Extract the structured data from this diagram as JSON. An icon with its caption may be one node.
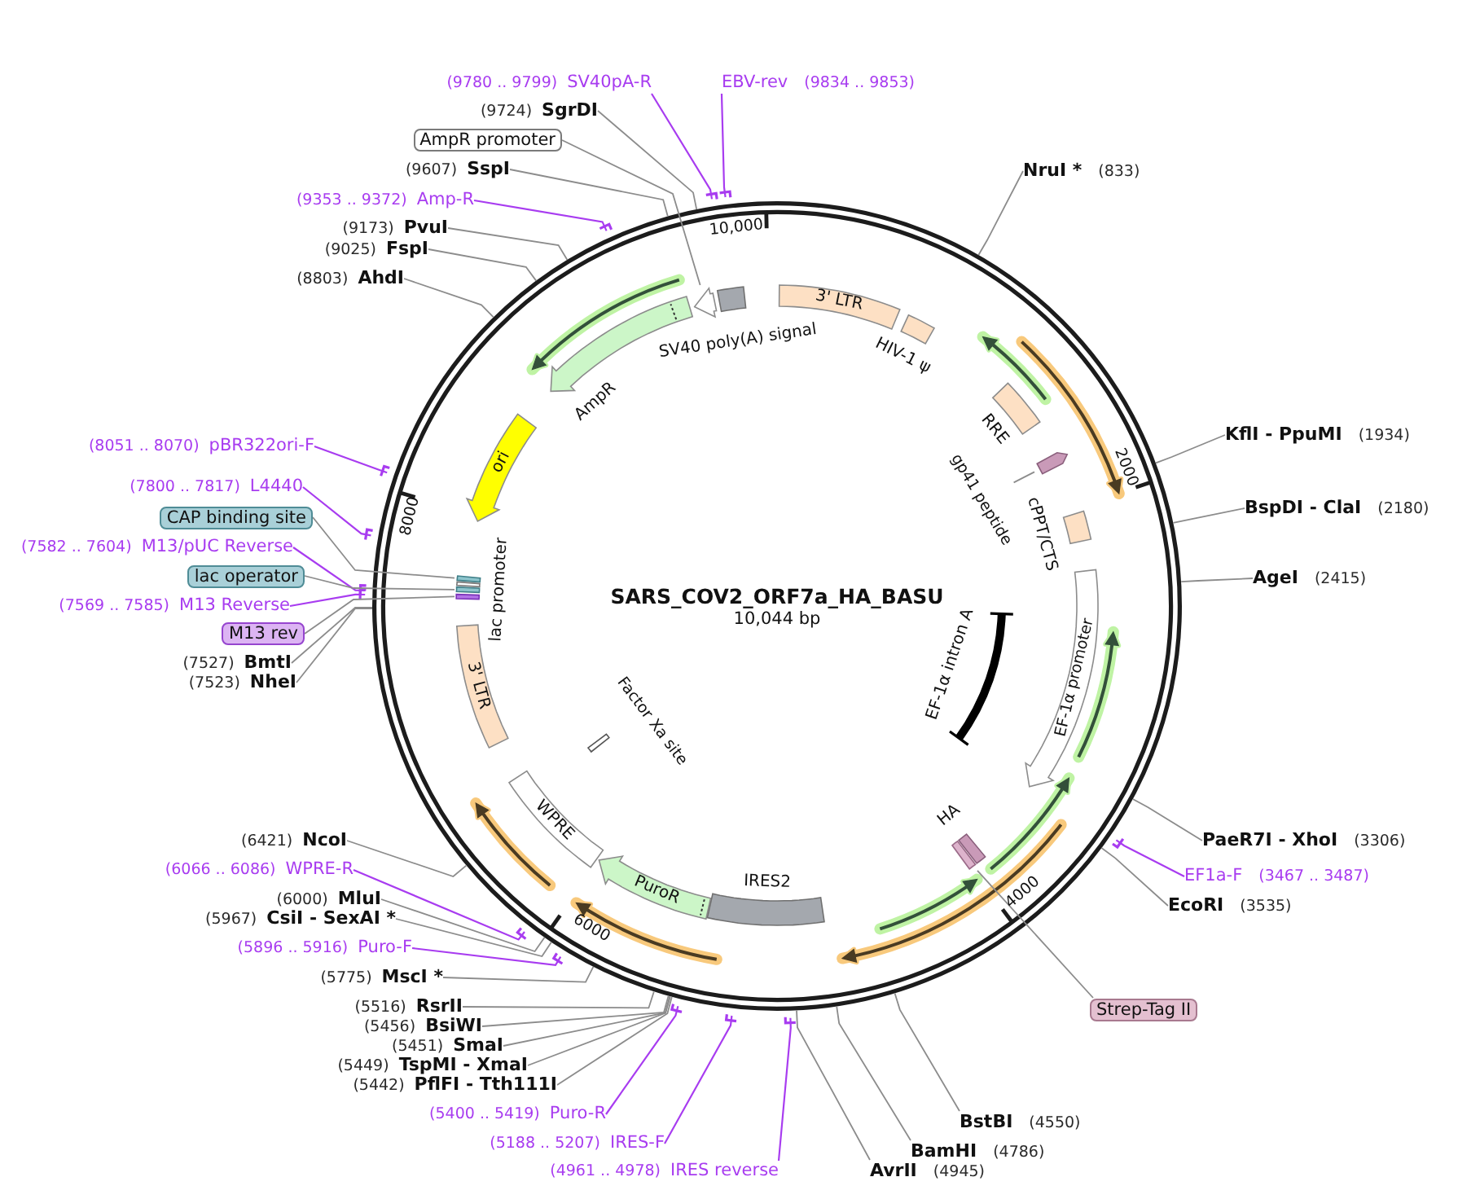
{
  "diagram": {
    "title": "SARS_COV2_ORF7a_HA_BASU",
    "nodes": [
      {
        "text": [
          "(9780 .. 9799)",
          "SV40pA-R"
        ]
      },
      {
        "text": [
          "EBV-rev",
          "(9834 .. 9853)"
        ]
      },
      {
        "text": [
          "(9724)",
          "SgrDI"
        ]
      },
      {
        "text": [
          "AmpR promoter"
        ]
      },
      {
        "text": [
          "(9607)",
          "SspI"
        ]
      },
      {
        "text": [
          "NruI *",
          "(833)"
        ]
      },
      {
        "text": [
          "(9353 .. 9372)",
          "Amp-R"
        ]
      },
      {
        "text": [
          "(9173)",
          "PvuI"
        ]
      },
      {
        "text": [
          "(9025)",
          "FspI"
        ]
      },
      {
        "text": [
          "(8803)",
          "AhdI"
        ]
      },
      {
        "text": [
          "3' LTR"
        ]
      },
      {
        "text": [],
        "shape": "arrow"
      },
      {
        "text": [],
        "shape": "box"
      },
      {
        "text": [],
        "shape": "box",
        "beside": [
          "HIV-1 ψ"
        ]
      },
      {
        "text": [],
        "shape": "arrow",
        "beside": [
          "AmpR"
        ]
      },
      {
        "text": [],
        "shape": "box",
        "beside": [
          "RRE"
        ]
      },
      {
        "text": [
          "ori"
        ]
      },
      {
        "text": [
          "KflI - PpuMI",
          "(1934)"
        ]
      },
      {
        "text": [
          "(8051 .. 8070)",
          "pBR322ori-F"
        ]
      },
      {
        "text": [
          "gp41 peptide"
        ]
      },
      {
        "text": [],
        "shape": "arrow"
      },
      {
        "text": [
          "(7800 .. 7817)",
          "L4440"
        ]
      },
      {
        "text": [
          "BspDI - ClaI",
          "(2180)"
        ]
      },
      {
        "text": [
          "CAP binding site"
        ]
      },
      {
        "text": [],
        "shape": "box",
        "beside": [
          "cPPT/CTS"
        ]
      },
      {
        "text": [
          "(7582 .. 7604)",
          "M13/pUC Reverse"
        ]
      },
      {
        "text": [
          "EF-1α promoter"
        ]
      },
      {
        "text": [
          "lac operator"
        ]
      },
      {
        "text": [
          "AgeI",
          "(2415)"
        ]
      },
      {
        "text": [],
        "shape": "box"
      },
      {
        "text": [],
        "shape": "box",
        "beside": [
          "lac promoter"
        ]
      },
      {
        "text": [],
        "shape": "box"
      },
      {
        "text": [],
        "shape": "box"
      },
      {
        "text": [
          "(7569 .. 7585)",
          "M13 Reverse"
        ]
      },
      {
        "text": [
          "EF-1α intron A"
        ]
      },
      {
        "text": [
          "3' LTR"
        ]
      },
      {
        "text": [
          "M13 rev"
        ]
      },
      {
        "text": [
          "(7527)",
          "BmtI"
        ]
      },
      {
        "text": [
          "(7523)",
          "NheI"
        ]
      },
      {
        "text": [],
        "shape": "box",
        "beside": [
          "Factor Xa site"
        ]
      },
      {
        "text": [
          "WPRE"
        ]
      },
      {
        "text": [
          "PaeR7I - XhoI",
          "(3306)"
        ]
      },
      {
        "text": [
          "(6421)",
          "NcoI"
        ]
      },
      {
        "text": [],
        "shape": "box",
        "beside": [
          "HA"
        ]
      },
      {
        "text": [
          "(6066 .. 6086)",
          "WPRE-R"
        ]
      },
      {
        "text": [],
        "shape": "box"
      },
      {
        "text": [
          "PuroR"
        ]
      },
      {
        "text": [
          "EF1a-F",
          "(3467 .. 3487)"
        ]
      },
      {
        "text": [],
        "shape": "box",
        "beside": [
          "IRES2"
        ]
      },
      {
        "text": [
          "(6000)",
          "MluI"
        ]
      },
      {
        "text": [
          "EcoRI",
          "(3535)"
        ]
      },
      {
        "text": [
          "(5967)",
          "CsiI - SexAI *"
        ]
      },
      {
        "text": [
          "(5896 .. 5916)",
          "Puro-F"
        ]
      },
      {
        "text": [
          "(5775)",
          "MscI *"
        ]
      },
      {
        "text": [
          "(5516)",
          "RsrII"
        ]
      },
      {
        "text": [
          "Strep-Tag II"
        ]
      },
      {
        "text": [
          "(5456)",
          "BsiWI"
        ]
      },
      {
        "text": [
          "(5451)",
          "SmaI"
        ]
      },
      {
        "text": [
          "(5449)",
          "TspMI - XmaI"
        ]
      },
      {
        "text": [
          "(5442)",
          "PflFI - Tth111I"
        ]
      },
      {
        "text": [
          "(5400 .. 5419)",
          "Puro-R"
        ]
      },
      {
        "text": [
          "BstBI",
          "(4550)"
        ]
      },
      {
        "text": [
          "(5188 .. 5207)",
          "IRES-F"
        ]
      },
      {
        "text": [
          "BamHI",
          "(4786)"
        ]
      },
      {
        "text": [
          "(4961 .. 4978)",
          "IRES reverse"
        ]
      },
      {
        "text": [
          "AvrII",
          "(4945)"
        ]
      }
    ],
    "edges": [
      {
        "from": 0,
        "to": null,
        "arrow": "none",
        "color": "#a83cf0"
      },
      {
        "from": 1,
        "to": null,
        "arrow": "none",
        "color": "#a83cf0"
      },
      {
        "from": 2,
        "to": null,
        "arrow": "none"
      },
      {
        "from": 3,
        "to": 11,
        "arrow": "none"
      },
      {
        "from": 4,
        "to": null,
        "arrow": "none"
      },
      {
        "from": 5,
        "to": null,
        "arrow": "none"
      },
      {
        "from": 6,
        "to": null,
        "arrow": "none",
        "color": "#a83cf0"
      },
      {
        "from": 7,
        "to": null,
        "arrow": "none"
      },
      {
        "from": 8,
        "to": null,
        "arrow": "none"
      },
      {
        "from": 9,
        "to": null,
        "arrow": "none"
      },
      {
        "from": 17,
        "to": null,
        "arrow": "none"
      },
      {
        "from": 18,
        "to": null,
        "arrow": "none",
        "color": "#a83cf0"
      },
      {
        "from": 19,
        "to": 20,
        "arrow": "none"
      },
      {
        "from": 21,
        "to": null,
        "arrow": "none",
        "color": "#a83cf0"
      },
      {
        "from": 22,
        "to": null,
        "arrow": "none"
      },
      {
        "from": 23,
        "to": 29,
        "arrow": "none"
      },
      {
        "from": 25,
        "to": null,
        "arrow": "none",
        "color": "#a83cf0"
      },
      {
        "from": 27,
        "to": 31,
        "arrow": "none"
      },
      {
        "from": 28,
        "to": null,
        "arrow": "none"
      },
      {
        "from": 33,
        "to": null,
        "arrow": "none",
        "color": "#a83cf0"
      },
      {
        "from": 36,
        "to": 32,
        "arrow": "none"
      },
      {
        "from": 37,
        "to": null,
        "arrow": "none"
      },
      {
        "from": 38,
        "to": null,
        "arrow": "none"
      },
      {
        "from": 41,
        "to": null,
        "arrow": "none"
      },
      {
        "from": 42,
        "to": null,
        "arrow": "none"
      },
      {
        "from": 44,
        "to": null,
        "arrow": "none",
        "color": "#a83cf0"
      },
      {
        "from": 47,
        "to": null,
        "arrow": "none",
        "color": "#a83cf0"
      },
      {
        "from": 49,
        "to": null,
        "arrow": "none"
      },
      {
        "from": 50,
        "to": null,
        "arrow": "none"
      },
      {
        "from": 51,
        "to": null,
        "arrow": "none"
      },
      {
        "from": 52,
        "to": null,
        "arrow": "none",
        "color": "#a83cf0"
      },
      {
        "from": 53,
        "to": null,
        "arrow": "none"
      },
      {
        "from": 54,
        "to": null,
        "arrow": "none"
      },
      {
        "from": 55,
        "to": 45,
        "arrow": "none"
      },
      {
        "from": 56,
        "to": null,
        "arrow": "none"
      },
      {
        "from": 57,
        "to": null,
        "arrow": "none"
      },
      {
        "from": 58,
        "to": null,
        "arrow": "none"
      },
      {
        "from": 59,
        "to": null,
        "arrow": "none"
      },
      {
        "from": 60,
        "to": null,
        "arrow": "none",
        "color": "#a83cf0"
      },
      {
        "from": 61,
        "to": null,
        "arrow": "none"
      },
      {
        "from": 62,
        "to": null,
        "arrow": "none",
        "color": "#a83cf0"
      },
      {
        "from": 63,
        "to": null,
        "arrow": "none"
      },
      {
        "from": 64,
        "to": null,
        "arrow": "none",
        "color": "#a83cf0"
      },
      {
        "from": 65,
        "to": null,
        "arrow": "none"
      }
    ],
    "labels": [
      "10,000",
      "SV40 poly(A) signal",
      "2000",
      "8000",
      "10,044 bp",
      "4000",
      "6000"
    ]
  }
}
